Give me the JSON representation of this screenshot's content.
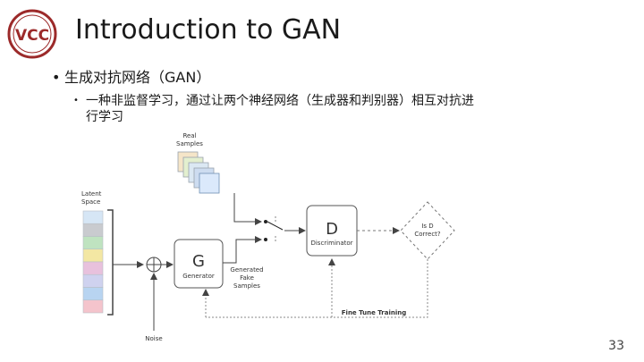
{
  "slide": {
    "title": "Introduction to GAN",
    "page_number": "33",
    "logo_text": "VCC"
  },
  "bullets": {
    "level1": "生成对抗网络（GAN）",
    "level2_line1": "一种非监督学习，通过让两个神经网络（生成器和判别器）相互对抗进",
    "level2_line2": "行学习"
  },
  "diagram": {
    "real_samples": [
      "Real",
      "Samples"
    ],
    "latent_space": [
      "Latent",
      "Space"
    ],
    "generator_letter": "G",
    "generator_label": "Generator",
    "discriminator_letter": "D",
    "discriminator_label": "Discriminator",
    "decision": [
      "Is D",
      "Correct?"
    ],
    "generated": [
      "Generated",
      "Fake",
      "Samples"
    ],
    "fine_tune": "Fine Tune Training",
    "noise": "Noise",
    "latent_colors": [
      "#d6e6f5",
      "#c9cbcf",
      "#bfe3c0",
      "#f3e7a3",
      "#e8c1dd",
      "#cfd2ef",
      "#b8d4f1",
      "#f4c4cc"
    ],
    "sample_colors": [
      "#f5e5c8",
      "#e3efcf",
      "#dbe8f3",
      "#cddcf0"
    ]
  }
}
